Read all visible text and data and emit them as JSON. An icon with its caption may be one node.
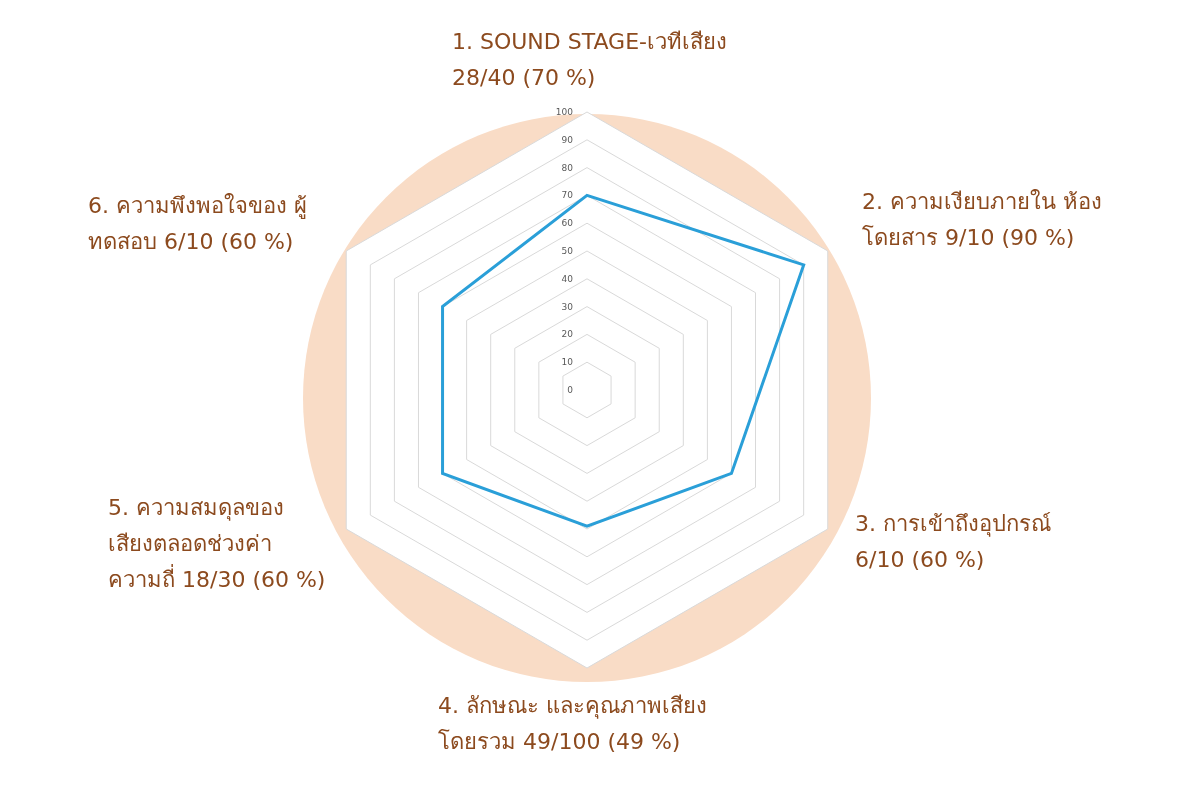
{
  "diagram": {
    "labels": [
      "1. SOUND STAGE-เวทีเสียง 28/40 (70 %)",
      "100",
      "90",
      "80",
      "70",
      "60",
      "50",
      "40",
      "30",
      "20",
      "10",
      "0",
      "6. ความพึงพอใจของ ผู้ทดสอบ 6/10 (60 %)",
      "2. ความเงียบภายใน ห้องโดยสาร 9/10 (90 %)",
      "5. ความสมดุลของ เสียงตลอดช่วงค่า ความถี่ 18/30 (60 %)",
      "3. การเข้าถึงอุปกรณ์ 6/10 (60 %)",
      "4. ลักษณะ และคุณภาพเสียง โดยรวม 49/100 (49 %)"
    ]
  }
}
